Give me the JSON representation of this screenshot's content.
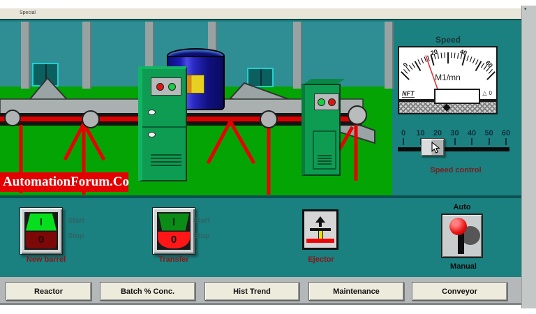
{
  "window": {
    "menu_label": "Special",
    "scroll_arrow": "▾"
  },
  "watermark": {
    "text": "AutomationForum.Co"
  },
  "gauge": {
    "title": "Speed",
    "unit": "M1/mn",
    "brand": "NFT",
    "corner_arrow": "△",
    "corner_value": "0",
    "labels": [
      "0",
      "20",
      "40",
      "60"
    ],
    "min": 0,
    "max": 60,
    "value": 17
  },
  "speed_control": {
    "label": "Speed control",
    "ticks": [
      "0",
      "10",
      "20",
      "30",
      "40",
      "50",
      "60"
    ],
    "min": 0,
    "max": 60,
    "value": 17
  },
  "switches": {
    "new_barrel": {
      "caption": "New barrel",
      "on_label": "I",
      "off_label": "0",
      "start_label": "Start",
      "stop_label": "Stop",
      "state": "started"
    },
    "transfer": {
      "caption": "Transfer",
      "on_label": "I",
      "off_label": "0",
      "start_label": "Start",
      "stop_label": "Stop",
      "state": "stopped"
    },
    "ejector": {
      "caption": "Ejector"
    },
    "mode": {
      "auto_label": "Auto",
      "manual_label": "Manual",
      "state": "manual"
    }
  },
  "nav_buttons": [
    "Reactor",
    "Batch % Conc.",
    "Hist Trend",
    "Maintenance",
    "Conveyor"
  ],
  "colors": {
    "wall": "#2f8e93",
    "floor": "#04a404",
    "panel": "#1a8080",
    "cabinet": "#0d9c52",
    "machine_red": "#e80000",
    "watermark": "#e50000",
    "switch_green": "#06df1d",
    "switch_red": "#ff1616",
    "switch_dark_red": "#7c0808",
    "switch_dark_green": "#0a8c16",
    "caption": "#8e1414",
    "beige": "#edebdc",
    "needle": "#e23333"
  }
}
